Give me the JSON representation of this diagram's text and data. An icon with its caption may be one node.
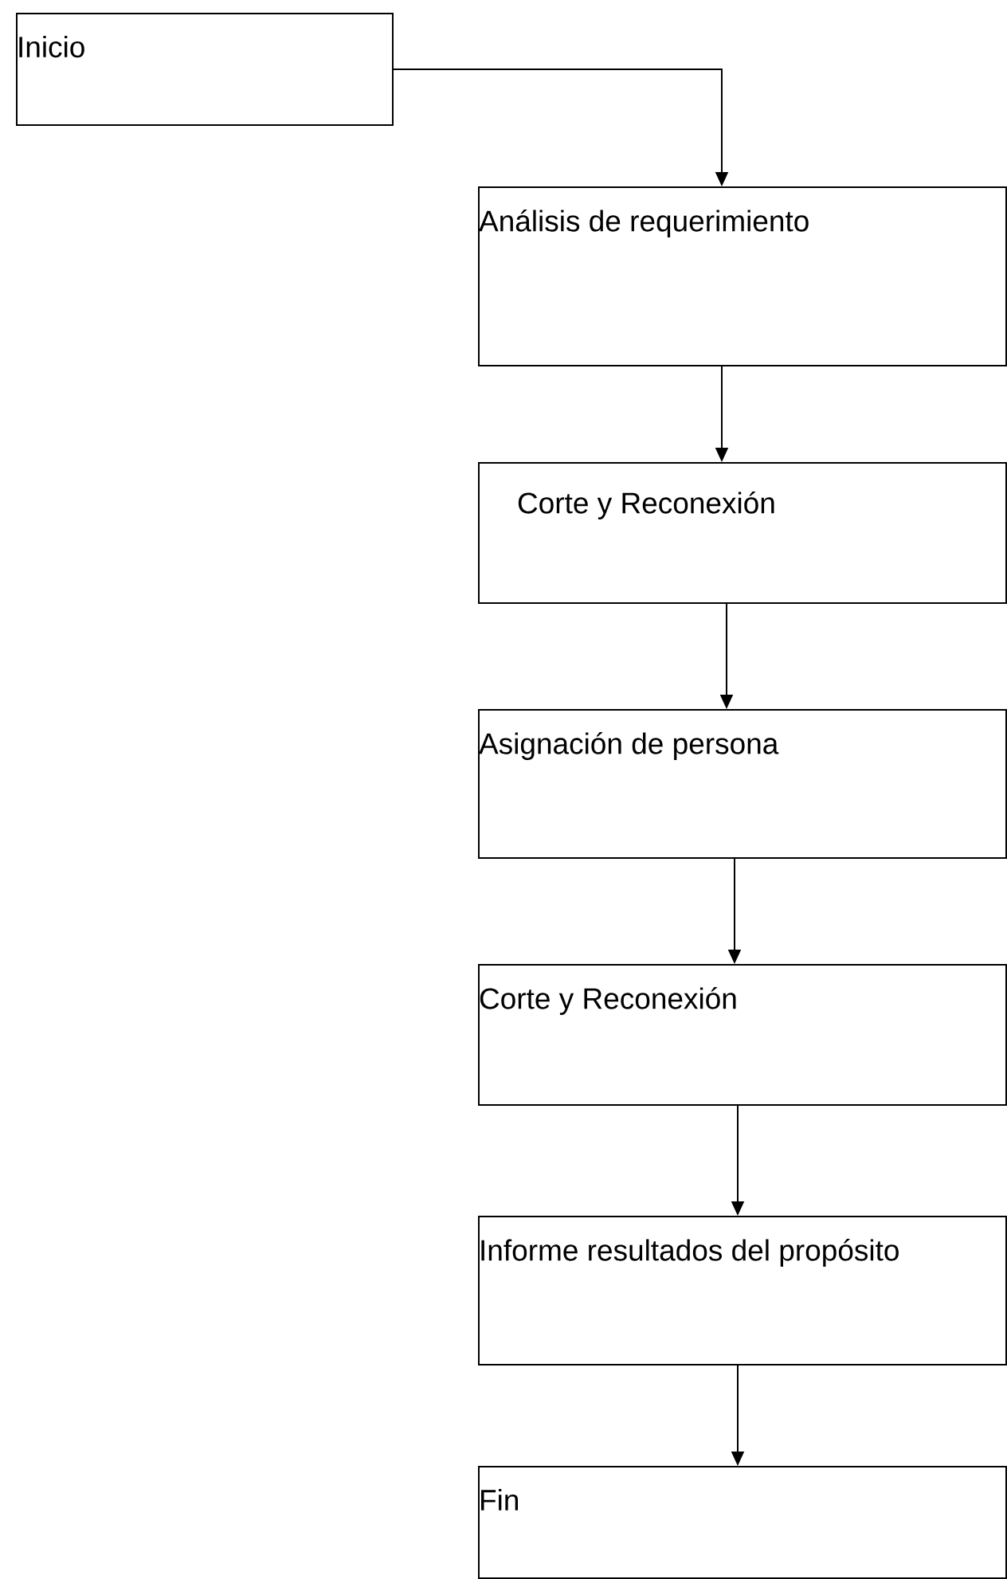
{
  "diagram": {
    "nodes": [
      {
        "text": [
          "Inicio"
        ]
      },
      {
        "text": [
          "Análisis de requerimiento"
        ]
      },
      {
        "text": [
          "Corte y Reconexión"
        ]
      },
      {
        "text": [
          "Asignación de persona"
        ]
      },
      {
        "text": [
          "Corte y Reconexión"
        ]
      },
      {
        "text": [
          "Informe resultados del propósito"
        ]
      },
      {
        "text": [
          "Fin"
        ]
      }
    ],
    "edges": [
      {
        "from": 0,
        "to": 1,
        "arrow": "to"
      },
      {
        "from": 1,
        "to": 2,
        "arrow": "to"
      },
      {
        "from": 2,
        "to": 3,
        "arrow": "to"
      },
      {
        "from": 3,
        "to": 4,
        "arrow": "to"
      },
      {
        "from": 4,
        "to": 5,
        "arrow": "to"
      },
      {
        "from": 5,
        "to": 6,
        "arrow": "to"
      }
    ]
  }
}
